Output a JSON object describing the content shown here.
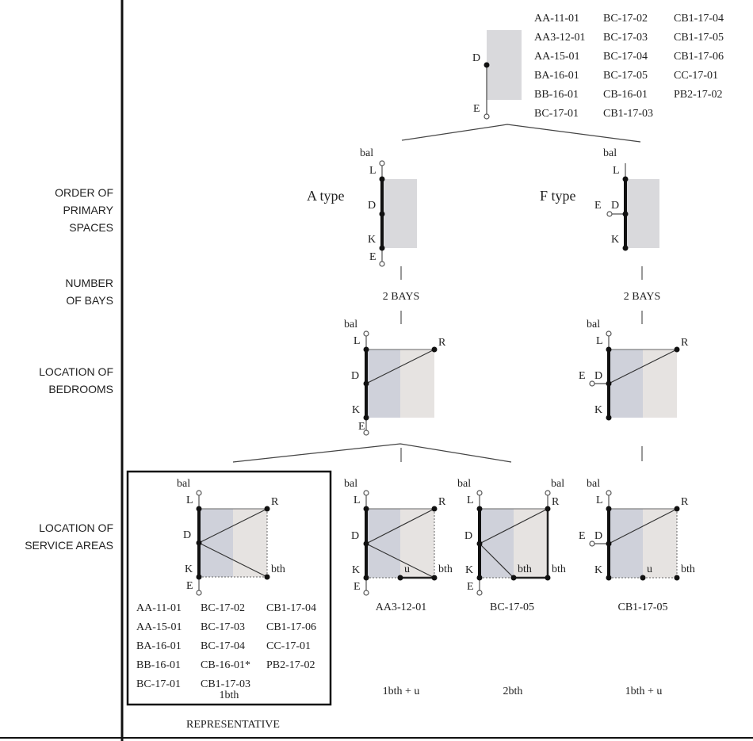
{
  "row_labels": {
    "order_primary": [
      "ORDER OF",
      "PRIMARY",
      "SPACES"
    ],
    "number_bays": [
      "NUMBER",
      "OF BAYS"
    ],
    "location_bedrooms": [
      "LOCATION OF",
      "BEDROOMS"
    ],
    "location_service": [
      "LOCATION OF",
      "SERVICE AREAS"
    ]
  },
  "root": {
    "node_labels": {
      "d": "D",
      "e": "E"
    },
    "codes": [
      [
        "AA-11-01",
        "BC-17-02",
        "CB1-17-04"
      ],
      [
        "AA3-12-01",
        "BC-17-03",
        "CB1-17-05"
      ],
      [
        "AA-15-01",
        "BC-17-04",
        "CB1-17-06"
      ],
      [
        "BA-16-01",
        "BC-17-05",
        "CC-17-01"
      ],
      [
        "BB-16-01",
        "CB-16-01",
        "PB2-17-02"
      ],
      [
        "BC-17-01",
        "CB1-17-03",
        ""
      ]
    ]
  },
  "types": {
    "a": "A type",
    "f": "F type"
  },
  "bays": {
    "a": "2 BAYS",
    "f": "2 BAYS"
  },
  "labels": {
    "bal": "bal",
    "l": "L",
    "d": "D",
    "k": "K",
    "e": "E",
    "r": "R",
    "bth": "bth",
    "u": "u"
  },
  "representative": {
    "codes": [
      [
        "AA-11-01",
        "BC-17-02",
        "CB1-17-04"
      ],
      [
        "AA-15-01",
        "BC-17-03",
        "CB1-17-06"
      ],
      [
        "BA-16-01",
        "BC-17-04",
        "CC-17-01"
      ],
      [
        "BB-16-01",
        "CB-16-01*",
        "PB2-17-02"
      ],
      [
        "BC-17-01",
        "CB1-17-03",
        ""
      ]
    ],
    "summary": "1bth",
    "caption": "REPRESENTATIVE"
  },
  "variants": [
    {
      "code": "AA3-12-01",
      "summary": "1bth + u"
    },
    {
      "code": "BC-17-05",
      "summary": "2bth"
    },
    {
      "code": "CB1-17-05",
      "summary": "1bth + u"
    }
  ],
  "colors": {
    "blue_gray": "#cfd1da",
    "warm_gray": "#e6e3e1",
    "light_gray": "#d9d9dc"
  }
}
